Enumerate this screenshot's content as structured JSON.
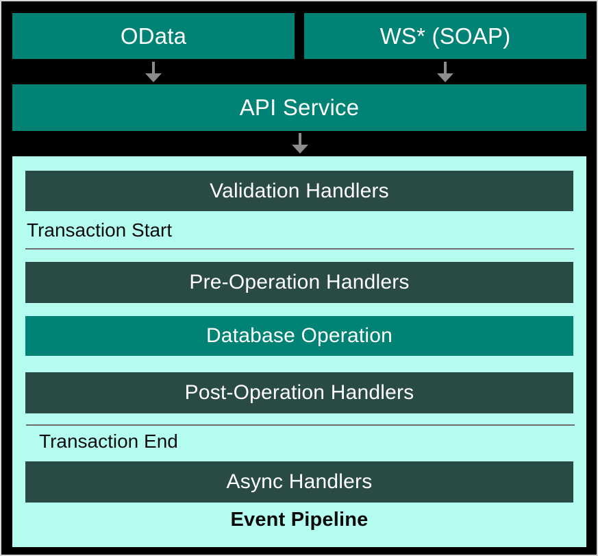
{
  "diagram": {
    "sources": [
      {
        "label": "OData"
      },
      {
        "label": "WS* (SOAP)"
      }
    ],
    "api_service": {
      "label": "API Service"
    },
    "pipeline": {
      "title": "Event Pipeline",
      "transaction_start": "Transaction Start",
      "transaction_end": "Transaction End",
      "stages": [
        {
          "label": "Validation Handlers"
        },
        {
          "label": "Pre-Operation Handlers"
        },
        {
          "label": "Database Operation"
        },
        {
          "label": "Post-Operation Handlers"
        },
        {
          "label": "Async Handlers"
        }
      ]
    },
    "colors": {
      "teal": "#008374",
      "slate": "#2A4A46",
      "pipeline_background": "#B5FCF1",
      "arrow_gray": "#8C8C8C",
      "canvas_background": "#000000",
      "canvas_border": "#D6D6D6",
      "box_text": "#FFFFFF",
      "pipeline_text": "#0D0D0D"
    }
  }
}
